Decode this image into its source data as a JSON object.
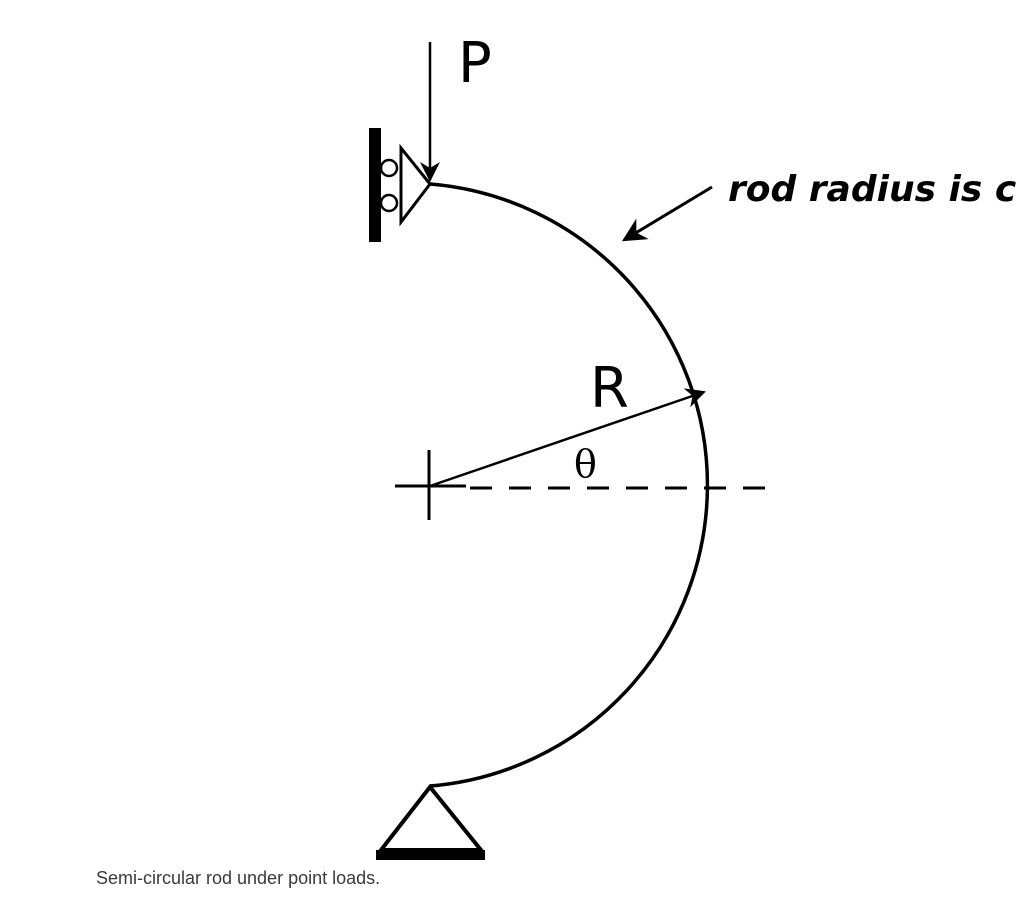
{
  "diagram": {
    "load_label": "P",
    "radius_label": "R",
    "angle_label": "θ",
    "rod_note": "rod radius is c",
    "line_color": "#000000",
    "text_color": "#000000",
    "icons": {
      "roller_support": "roller-support-icon",
      "pin_support": "pin-support-icon"
    }
  },
  "caption": "Semi-circular rod under point loads."
}
